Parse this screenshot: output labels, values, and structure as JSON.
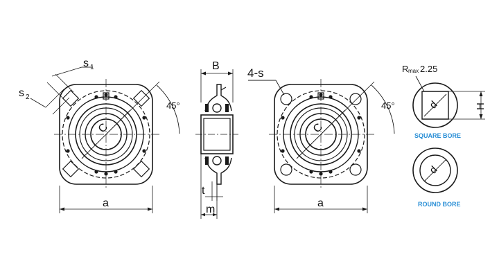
{
  "labels": {
    "s1": "s",
    "s1_sub": "1",
    "s2": "s",
    "s2_sub": "2",
    "angle_left": "45°",
    "c_left": "C",
    "a_left": "a",
    "B": "B",
    "t": "t",
    "m": "m",
    "four_s": "4-s",
    "angle_right": "45°",
    "c_right": "C",
    "a_right": "a",
    "rmax_R": "R",
    "rmax_sub": "max",
    "rmax_val": "2.25",
    "H": "H",
    "d_square": "d",
    "d_round": "d",
    "square_bore": "SQUARE BORE",
    "round_bore": "ROUND BORE"
  },
  "colors": {
    "line": "#1a1a1a",
    "label_blue": "#2a8fd6"
  }
}
